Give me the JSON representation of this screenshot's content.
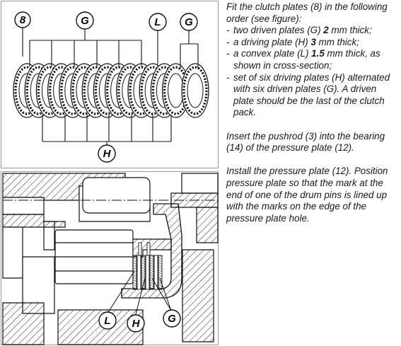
{
  "figure_top": {
    "callouts": [
      "8",
      "G",
      "L",
      "G",
      "H"
    ]
  },
  "figure_bottom": {
    "callouts": [
      "L",
      "H",
      "G"
    ]
  },
  "instructions": {
    "p1_intro": "Fit the clutch plates (8) in the following order (see figure):",
    "items": [
      {
        "before": "two driven plates (G) ",
        "value": "2",
        "after": " mm thick;"
      },
      {
        "before": "a driving plate (H) ",
        "value": "3",
        "after": " mm thick;"
      },
      {
        "before": "a convex plate (L) ",
        "value": "1.5",
        "after": " mm thick, as shown in cross-section;"
      },
      {
        "before": "set of six driving plates (H) alternated with six driven plates (G). A driven plate should be the last of the clutch pack.",
        "value": "",
        "after": ""
      }
    ],
    "p2": "Insert the pushrod (3) into the bearing (14) of the pressure plate (12).",
    "p3": "Install the pressure plate (12). Position pressure  plate so that the mark at the end of one of the drum pins is lined up with the marks on the edge of the pressure plate hole."
  }
}
